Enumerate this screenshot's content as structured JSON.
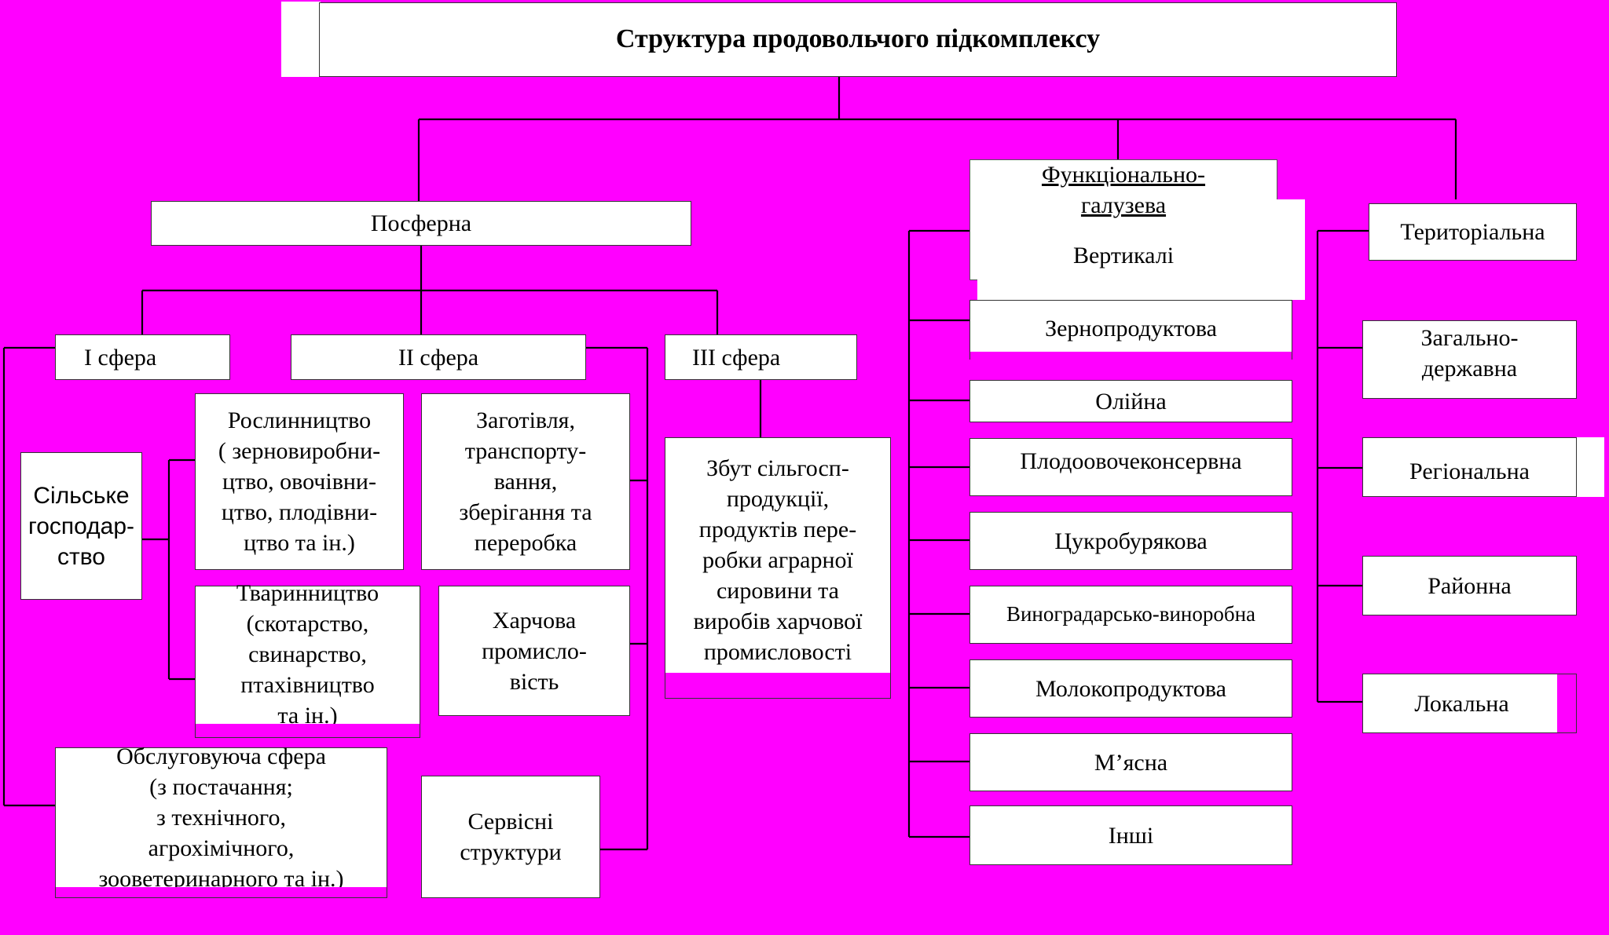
{
  "colors": {
    "background": "#ff00ff",
    "box": "#ffffff",
    "line": "#000000"
  },
  "title": "Структура продовольчого підкомплексу",
  "posferna": {
    "label": "Посферна",
    "sphere1": "I  сфера",
    "sphere2": "II  сфера",
    "sphere3": "III  сфера",
    "agriculture": "Сільське\nгосподар-\nство",
    "crop": "Рослинництво\n( зерновиробни-\nцтво, овочівни-\nцтво, плодівни-\nцтво та ін.)",
    "livestock": "Тваринництво\n(скотарство,\nсвинарство,\nптахівництво\nта ін.)",
    "service_sphere": "Обслуговуюча сфера\n(з постачання;\nз технічного,\nагрохімічного,\nзооветеринарного та ін.)",
    "procurement": "Заготівля,\nтранспорту-\nвання,\nзберігання та\nпереробка",
    "food_industry": "Харчова\nпромисло-\nвість",
    "service_structures": "Сервісні\nструктури",
    "sales": "Збут сільгосп-\nпродукції,\nпродуктів пере-\nробки аграрної\nсировини та\nвиробів харчової\nпромисловості"
  },
  "functional": {
    "heading_line1": "Функціонально-",
    "heading_line2": "галузева",
    "heading_line3": "Вертикалі",
    "items": [
      "Зернопродуктова",
      "Олійна",
      "Плодоовочеконсервна",
      "Цукробурякова",
      "Виноградарсько-виноробна",
      "Молокопродуктова",
      "М’ясна",
      "Інші"
    ]
  },
  "territorial": {
    "label": "Територіальна",
    "items": [
      "Загально-\nдержавна",
      "Регіональна",
      "Районна",
      "Локальна"
    ]
  }
}
